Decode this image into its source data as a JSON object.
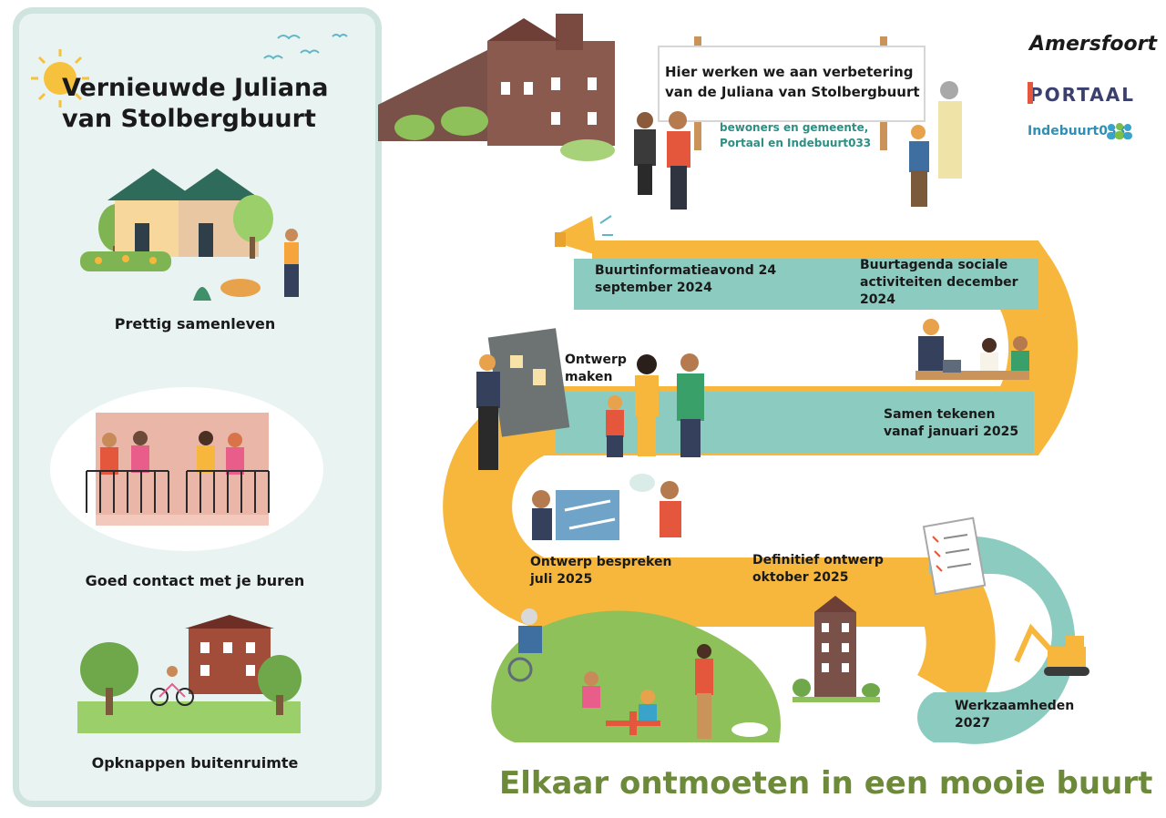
{
  "panel": {
    "title": "Vernieuwde Juliana van Stolbergbuurt",
    "items": [
      {
        "label": "Prettig samenleven"
      },
      {
        "label": "Goed contact met je buren"
      },
      {
        "label": "Opknappen buitenruimte"
      }
    ]
  },
  "header": {
    "sign_text": "Hier werken we aan verbetering van de Juliana van Stolbergbuurt",
    "sign_sub": "bewoners en gemeente, Portaal en Indebuurt033"
  },
  "logos": {
    "amersfoort": "Amersfoort",
    "portaal": "PORTAAL",
    "indebuurt": "Indebuurt033"
  },
  "timeline": {
    "s1": "Buurtinformatieavond 24 september 2024",
    "s2": "Buurtagenda sociale activiteiten december 2024",
    "s3": "Ontwerp maken",
    "s4": "Samen tekenen vanaf januari 2025",
    "s5": "Ontwerp bespreken juli 2025",
    "s6": "Definitief ontwerp oktober 2025",
    "s7": "Werkzaamheden 2027"
  },
  "slogan": "Elkaar ontmoeten in een mooie buurt",
  "colors": {
    "teal": "#8ccbc0",
    "yellow": "#f6b73c",
    "green": "#8fc15a",
    "panel": "#e9f3f1",
    "slogan": "#6d8a3a"
  }
}
